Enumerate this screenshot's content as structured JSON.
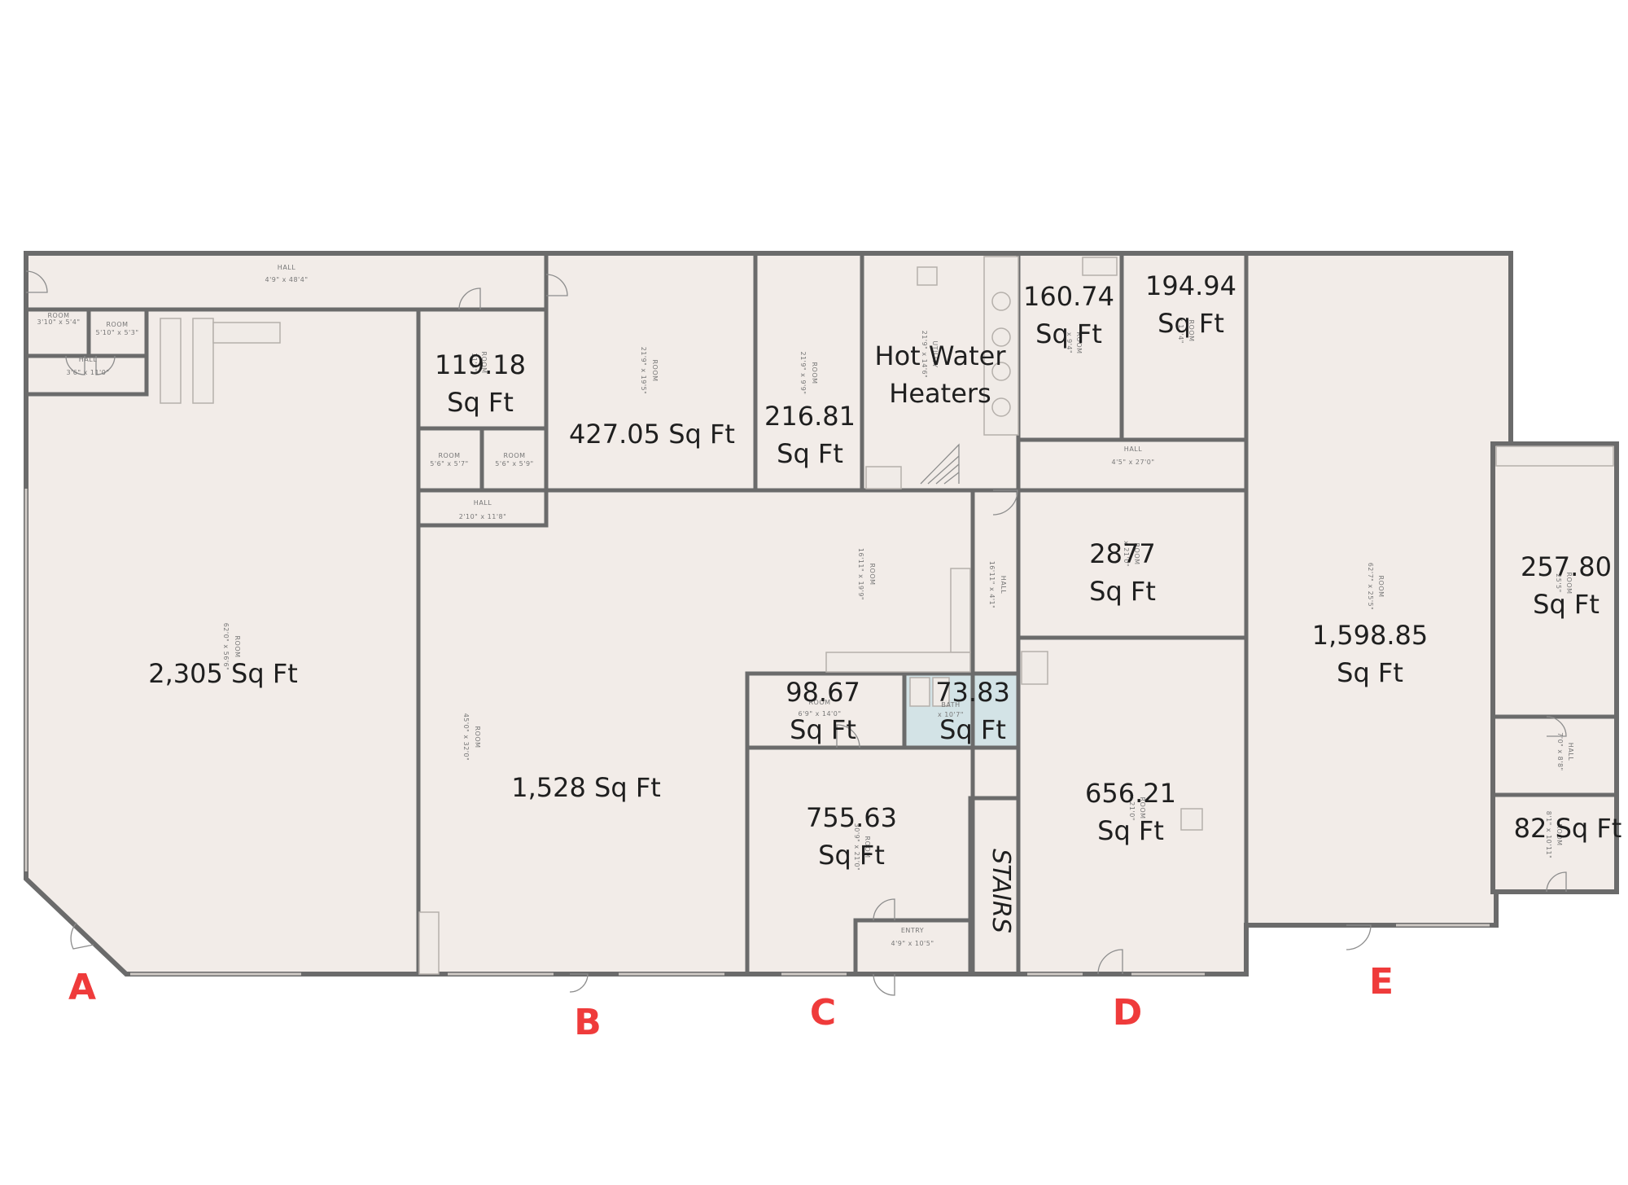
{
  "areas": {
    "a": "2,305 Sq Ft",
    "b": "119.18",
    "b2": "Sq Ft",
    "c": "427.05 Sq Ft",
    "d": "216.81",
    "d2": "Sq Ft",
    "e": "Hot Water",
    "e2": "Heaters",
    "f": "160.74",
    "f2": "Sq Ft",
    "g": "194.94",
    "g2": "Sq Ft",
    "h": "1,598.85",
    "h2": "Sq Ft",
    "i": "257.80",
    "i2": "Sq Ft",
    "j": "82 Sq Ft",
    "k": "2877",
    "k2": "Sq Ft",
    "l": "656.21",
    "l2": "Sq Ft",
    "m": "1,528 Sq Ft",
    "n": "98.67",
    "n2": "Sq Ft",
    "o": "73.83",
    "o2": "Sq Ft",
    "p": "755.63",
    "p2": "Sq Ft",
    "stairs": "STAIRS"
  },
  "labels": {
    "hall_top": "HALL",
    "hall_top_dim": "4'9\" x 48'4\"",
    "room1": "ROOM",
    "room1_dim": "3'10\" x 5'4\"",
    "room2": "ROOM",
    "room2_dim": "5'10\" x 5'3\"",
    "hall_small": "HALL",
    "hall_small_dim": "3'6\" x 11'0\"",
    "room_big": "ROOM",
    "room_big_dim": "62'0\" x 56'6\"",
    "room_119": "ROOM",
    "room_119_dim": "11'8\"",
    "room_s1": "ROOM",
    "room_s1_dim": "5'6\" x 5'7\"",
    "room_s2": "ROOM",
    "room_s2_dim": "5'6\" x 5'9\"",
    "hall_mid": "HALL",
    "hall_mid_dim": "2'10\" x 11'8\"",
    "room_427": "ROOM",
    "room_427_dim": "21'9\" x 19'5\"",
    "room_216": "ROOM",
    "room_216_dim": "21'9\" x 9'9\"",
    "utility": "UTILITY",
    "utility_dim": "21'9\" x 14'6\"",
    "room_160": "ROOM",
    "room_160_dim": "x 9'4\"",
    "room_194": "ROOM",
    "room_194_dim": "x 11'4\"",
    "hall_right": "HALL",
    "hall_right_dim": "4'5\" x 27'0\"",
    "room_main": "ROOM",
    "room_main_dim": "16'11\" x 19'9\"",
    "hall_v": "HALL",
    "hall_v_dim": "16'11\" x 4'1\"",
    "room_2877": "ROOM",
    "room_2877_dim": "x 21'0\"",
    "room_1598": "ROOM",
    "room_1598_dim": "62'7\" x 25'5\"",
    "room_257": "ROOM",
    "room_257_dim": "25'5\"",
    "hall_e": "HALL",
    "hall_e_dim": "7'0\" x 8'8\"",
    "room_82": "ROOM",
    "room_82_dim": "8'1\" x 10'11\"",
    "room_1528": "ROOM",
    "room_1528_dim": "45'0\" x 32'0\"",
    "room_98": "ROOM",
    "room_98_dim": "6'9\" x 14'0\"",
    "bath": "BATH",
    "bath_dim": "x 10'7\"",
    "room_755": "ROOM",
    "room_755_dim": "30'9\" x 21'0\"",
    "room_656": "ROOM",
    "room_656_dim": "x 21'0\"",
    "entry": "ENTRY",
    "entry_dim": "4'9\" x 10'5\""
  },
  "entrances": [
    "A",
    "B",
    "C",
    "D",
    "E"
  ],
  "colors": {
    "floor": "#f2ece8",
    "wall": "#6b6b6b",
    "bath": "#d3e3e6",
    "entrance_letter": "#ef3b3b"
  }
}
